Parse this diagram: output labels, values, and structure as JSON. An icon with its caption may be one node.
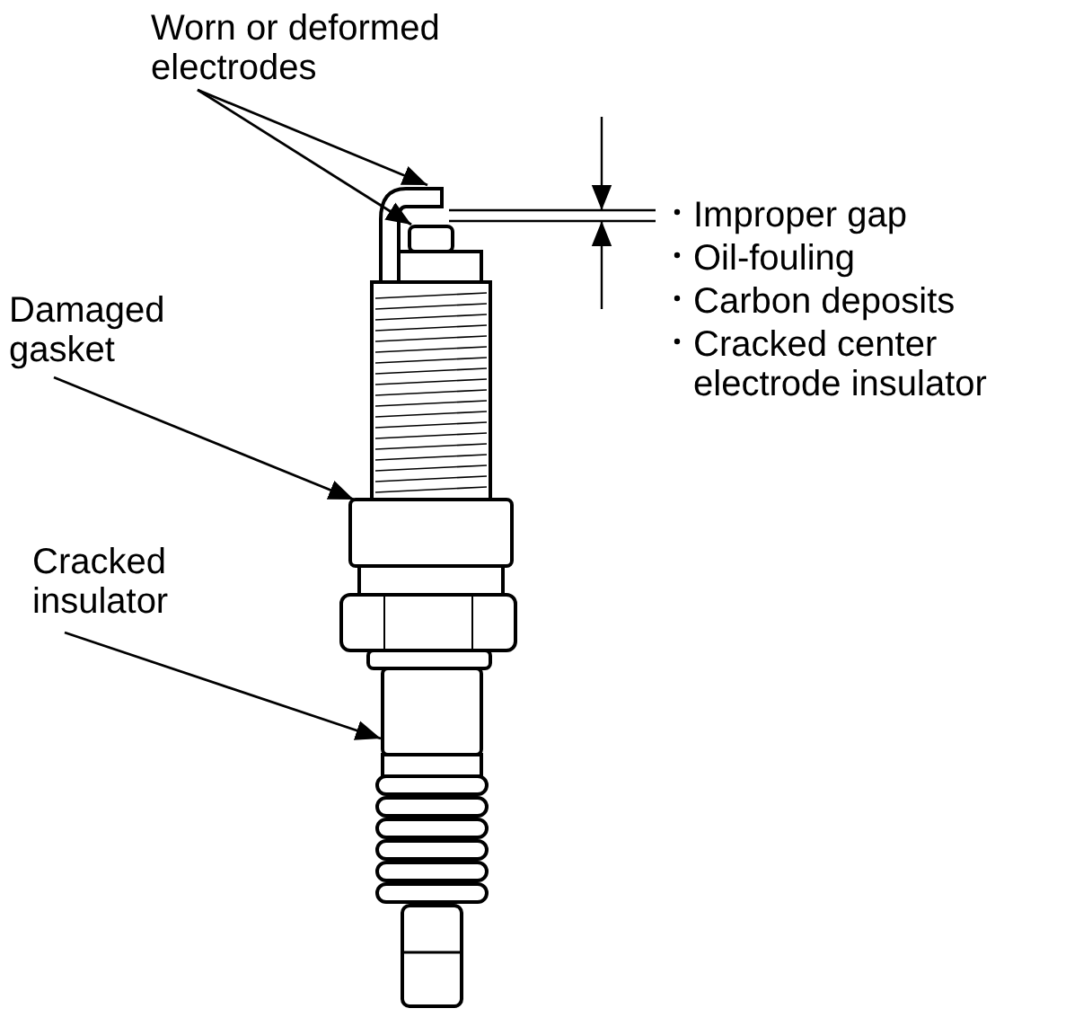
{
  "diagram": {
    "nodes": [
      {
        "text": [
          "Worn or deformed electrodes"
        ]
      },
      {
        "text": [],
        "shape": "bar"
      },
      {
        "text": [],
        "shape": "box"
      },
      {
        "text": [
          "Damaged gasket"
        ]
      },
      {
        "text": [],
        "shape": "box"
      },
      {
        "text": [
          "Cracked insulator"
        ]
      },
      {
        "text": [],
        "shape": "box"
      }
    ],
    "edges": [
      {
        "from": 0,
        "to": 1,
        "arrow": "to"
      },
      {
        "from": 0,
        "to": 2,
        "arrow": "to"
      },
      {
        "from": 3,
        "to": 4,
        "arrow": "to"
      },
      {
        "from": 5,
        "to": 6,
        "arrow": "to"
      }
    ],
    "labels": [
      "Improper gap",
      "Oil-fouling",
      "Carbon deposits",
      "Cracked center electrode insulator"
    ]
  }
}
